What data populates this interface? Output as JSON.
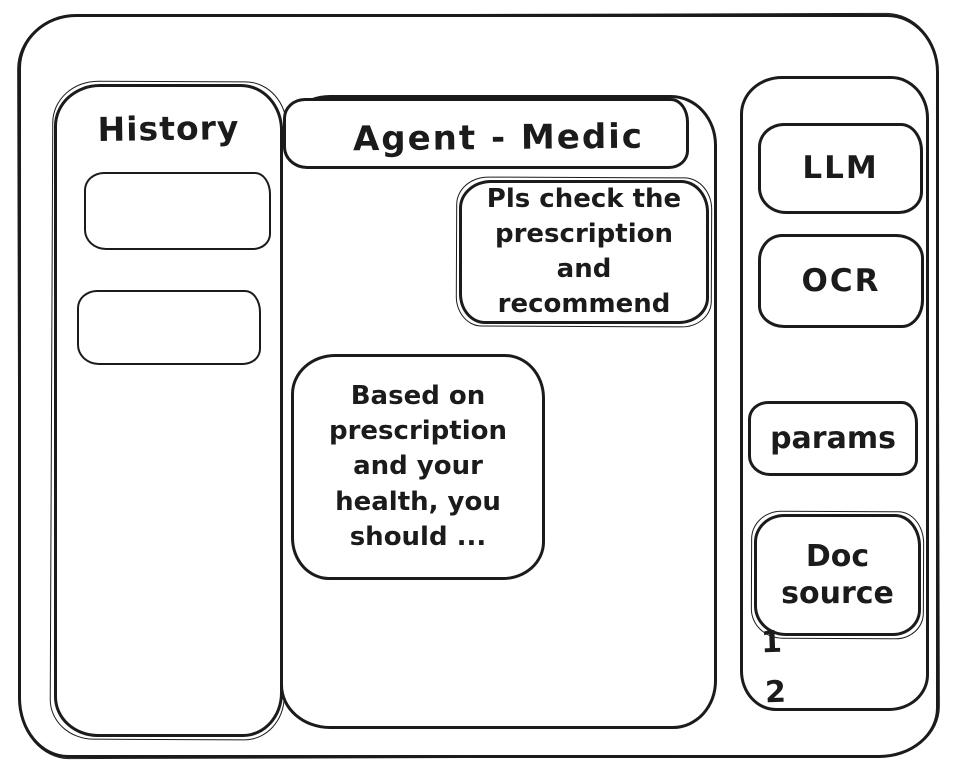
{
  "colors": {
    "stroke": "#1b1b1b",
    "background": "#ffffff"
  },
  "history": {
    "title": "History",
    "items": [
      {
        "label": ""
      },
      {
        "label": ""
      }
    ]
  },
  "chat": {
    "title": "Agent - Medic",
    "messages": [
      {
        "role": "user",
        "text": "Pls check the prescription and recommend"
      },
      {
        "role": "assistant",
        "text": "Based on prescription and your health, you should ..."
      }
    ],
    "input_value": ""
  },
  "tools": {
    "items": [
      {
        "label": "LLM"
      },
      {
        "label": "OCR"
      },
      {
        "label": "params"
      },
      {
        "label": "Doc source"
      }
    ],
    "annotations": [
      "1",
      "2"
    ]
  }
}
